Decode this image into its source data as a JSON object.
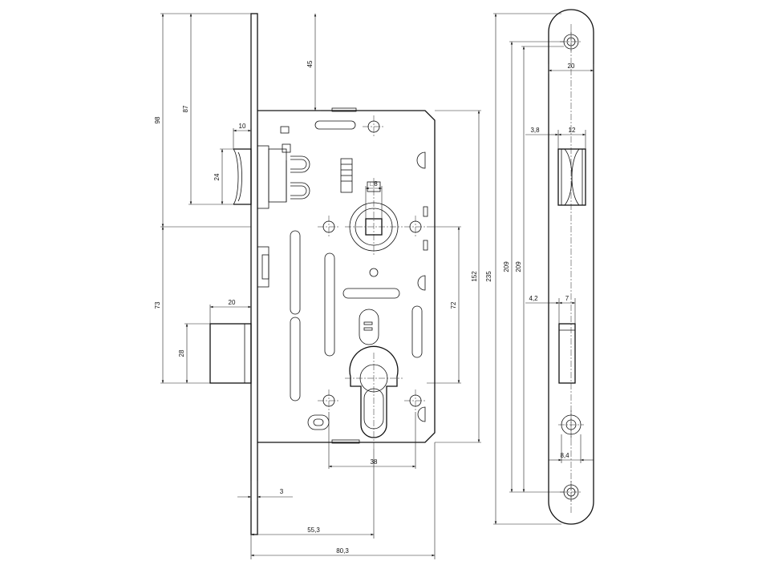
{
  "dimensions": {
    "d98": "98",
    "d87": "87",
    "d45": "45",
    "d10": "10",
    "d24": "24",
    "d_sq8": "□8",
    "d152": "152",
    "d235": "235",
    "d72": "72",
    "d73": "73",
    "d20_latch": "20",
    "d28": "28",
    "d38": "38",
    "d3": "3",
    "d55_3": "55,3",
    "d80_3": "80,3",
    "d20_plate": "20",
    "d3_8": "3,8",
    "d12": "12",
    "d209a": "209",
    "d209b": "209",
    "d4_2": "4,2",
    "d7": "7",
    "d8_4": "8,4"
  }
}
